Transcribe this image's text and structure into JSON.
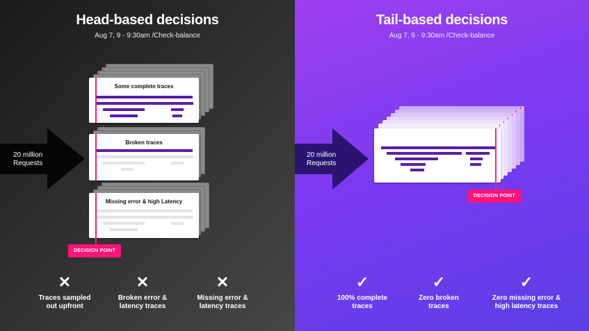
{
  "head": {
    "title": "Head-based decisions",
    "subtitle": "Aug 7, 9 - 9:30am /Check-balance",
    "requests": [
      "20 million",
      "Requests"
    ],
    "cards": [
      {
        "title": "Some complete traces"
      },
      {
        "title": "Broken traces"
      },
      {
        "title": "Missing error & high Latency"
      }
    ],
    "decision_label": "DECISION POINT",
    "outcomes": [
      {
        "icon": "✕",
        "line1": "Traces sampled",
        "line2": "out upfront"
      },
      {
        "icon": "✕",
        "line1": "Broken error &",
        "line2": "latency traces"
      },
      {
        "icon": "✕",
        "line1": "Missing error &",
        "line2": "latency traces"
      }
    ]
  },
  "tail": {
    "title": "Tail-based decisions",
    "subtitle": "Aug 7, 9 - 9:30am /Check-balance",
    "requests": [
      "20 million",
      "Requests"
    ],
    "decision_label": "DECISION POINT",
    "outcomes": [
      {
        "icon": "✓",
        "line1": "100% complete",
        "line2": "traces"
      },
      {
        "icon": "✓",
        "line1": "Zero broken",
        "line2": "traces"
      },
      {
        "icon": "✓",
        "line1": "Zero missing error &",
        "line2": "high latency traces"
      }
    ]
  },
  "colors": {
    "trace_bar": "#5a1ea6",
    "decision": "#ff1478",
    "left_bg": "#2e2e2e",
    "right_bg": "#7c3af0"
  }
}
